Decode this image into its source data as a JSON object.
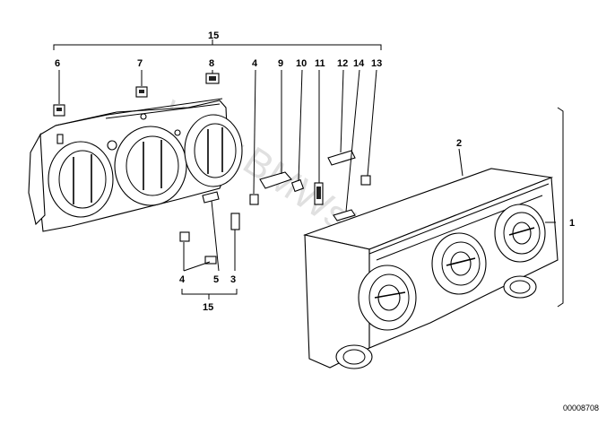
{
  "callouts": {
    "c1": "1",
    "c2": "2",
    "c3": "3",
    "c4a": "4",
    "c4b": "4",
    "c5": "5",
    "c6": "6",
    "c7": "7",
    "c8": "8",
    "c9": "9",
    "c10": "10",
    "c11": "11",
    "c12": "12",
    "c13": "13",
    "c14": "14",
    "c15a": "15",
    "c15b": "15"
  },
  "watermark": "www.BMWstore.pl",
  "reference_number": "00008708"
}
